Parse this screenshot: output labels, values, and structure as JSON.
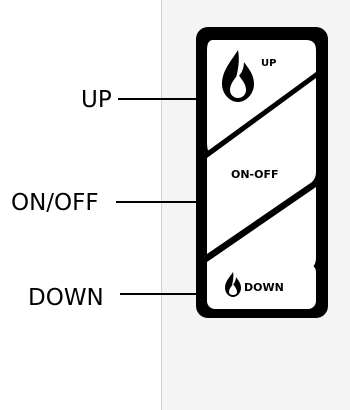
{
  "callouts": {
    "up": "UP",
    "on_off": "ON/OFF",
    "down": "DOWN"
  },
  "buttons": {
    "up": "UP",
    "on_off": "ON-OFF",
    "down": "DOWN"
  },
  "icons": {
    "up": "flame-icon",
    "down": "flame-icon"
  },
  "colors": {
    "panel": "#f4f4f4",
    "panel_border": "#cfcfcf",
    "ink": "#000000",
    "button_face": "#ffffff"
  }
}
